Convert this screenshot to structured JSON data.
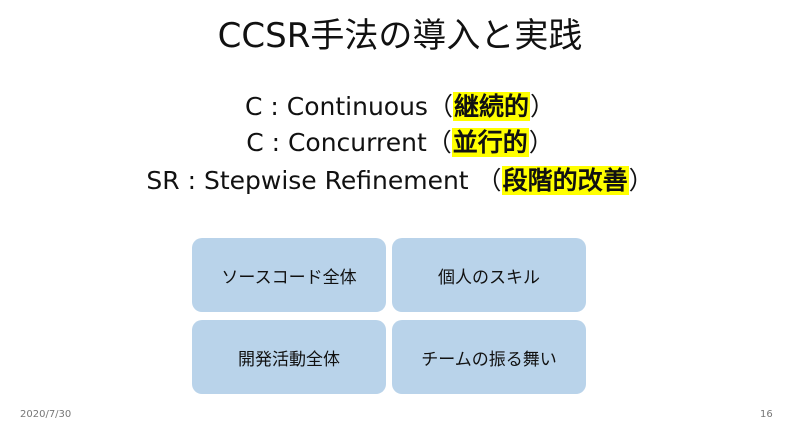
{
  "slide": {
    "title": "CCSR手法の導入と実践",
    "definitions": [
      {
        "term": "C : Continuous",
        "open": "（",
        "meaning": "継続的",
        "close": "）"
      },
      {
        "term": "C : Concurrent",
        "open": "（",
        "meaning": "並行的",
        "close": "）"
      },
      {
        "term": "SR : Stepwise Refinement ",
        "open": "（",
        "meaning": "段階的改善",
        "close": "）"
      }
    ],
    "boxes": [
      "ソースコード全体",
      "個人のスキル",
      "開発活動全体",
      "チームの振る舞い"
    ],
    "footer": {
      "date": "2020/7/30",
      "page": "16"
    }
  },
  "colors": {
    "highlight": "#ffff00",
    "box_fill": "#b9d3ea"
  }
}
